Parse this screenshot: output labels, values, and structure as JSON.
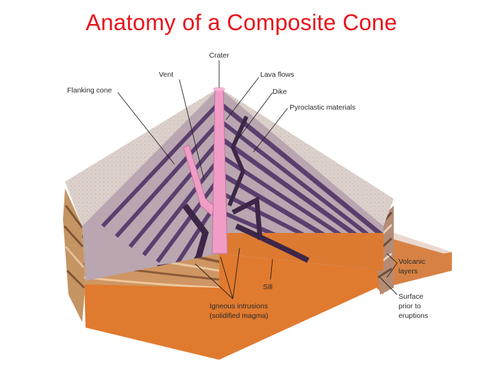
{
  "title": "Anatomy of a Composite Cone",
  "labels": {
    "crater": "Crater",
    "vent": "Vent",
    "lava_flows": "Lava flows",
    "flanking_cone": "Flanking cone",
    "dike": "Dike",
    "pyroclastic": "Pyroclastic materials",
    "volcanic_layers_1": "Volcanic",
    "volcanic_layers_2": "layers",
    "sill": "Sill",
    "surface_1": "Surface",
    "surface_2": "prior to",
    "surface_3": "eruptions",
    "igneous_1": "Igneous intrusions",
    "igneous_2": "(solidified magma)"
  },
  "colors": {
    "title": "#e8141b",
    "surface": "#ddd1cc",
    "layer_dark": "#5a3f6e",
    "layer_light": "#b6a3ae",
    "vent": "#ee9ac3",
    "ground": "#d9762e",
    "strata_tan": "#c89a69"
  }
}
